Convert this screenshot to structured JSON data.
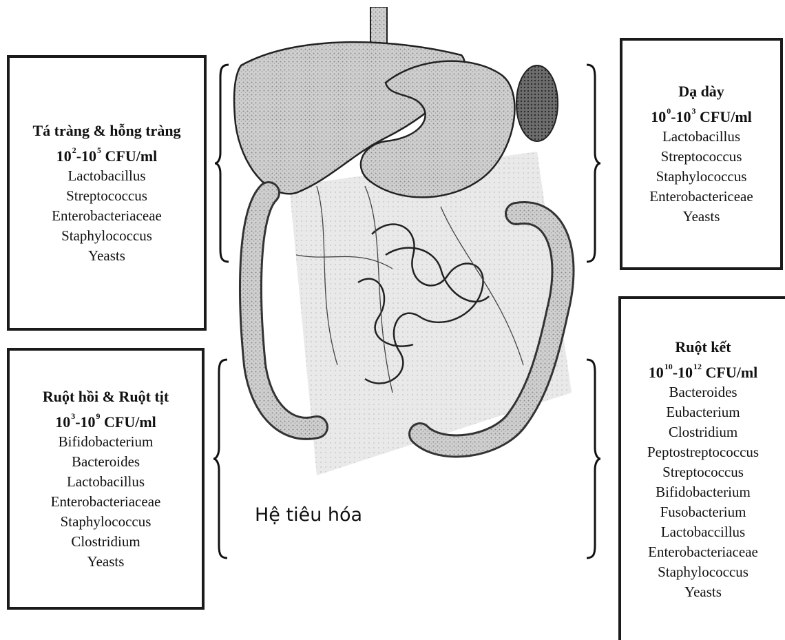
{
  "diagram": {
    "system_label": "Hệ tiêu hóa",
    "regions": [
      {
        "id": "duodenum",
        "title": "Tá tràng & hỗng tràng",
        "conc_from_exp": "2",
        "conc_to_exp": "5",
        "conc_base": "10",
        "conc_unit": "CFU/ml",
        "organisms": [
          "Lactobacillus",
          "Streptococcus",
          "Enterobacteriaceae",
          "Staphylococcus",
          "Yeasts"
        ]
      },
      {
        "id": "stomach",
        "title": "Dạ dày",
        "conc_from_exp": "0",
        "conc_to_exp": "3",
        "conc_base": "10",
        "conc_unit": "CFU/ml",
        "organisms": [
          "Lactobacillus",
          "Streptococcus",
          "Staphylococcus",
          "Enterobactericeae",
          "Yeasts"
        ]
      },
      {
        "id": "ileum",
        "title": "Ruột hồi & Ruột tịt",
        "conc_from_exp": "3",
        "conc_to_exp": "9",
        "conc_base": "10",
        "conc_unit": "CFU/ml",
        "organisms": [
          "Bifidobacterium",
          "Bacteroides",
          "Lactobacillus",
          "Enterobacteriaceae",
          "Staphylococcus",
          "Clostridium",
          "Yeasts"
        ]
      },
      {
        "id": "colon",
        "title": "Ruột kết",
        "conc_from_exp": "10",
        "conc_to_exp": "12",
        "conc_base": "10",
        "conc_unit": "CFU/ml",
        "organisms": [
          "Bacteroides",
          "Eubacterium",
          "Clostridium",
          "Peptostreptococcus",
          "Streptococcus",
          "Bifidobacterium",
          "Fusobacterium",
          "Lactobaccillus",
          "Enterobacteriaceae",
          "Staphylococcus",
          "Yeasts"
        ]
      }
    ]
  }
}
